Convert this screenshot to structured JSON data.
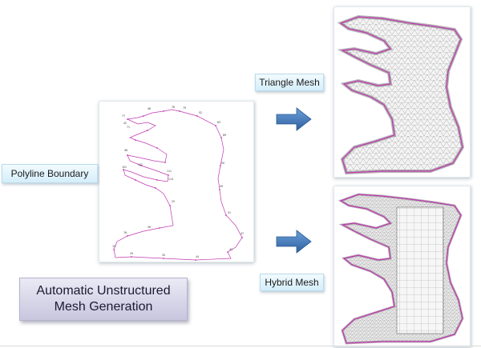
{
  "labels": {
    "polyline": "Polyline Boundary",
    "triangle": "Triangle Mesh",
    "hybrid": "Hybrid Mesh"
  },
  "title": {
    "line1": "Automatic Unstructured",
    "line2": "Mesh Generation"
  },
  "point_labels": [
    "77",
    "46",
    "78",
    "79",
    "42",
    "71",
    "52",
    "63",
    "89",
    "98",
    "101",
    "102",
    "111",
    "114",
    "50",
    "49",
    "51",
    "47",
    "43",
    "44",
    "30",
    "29",
    "15",
    "76",
    "26",
    "25"
  ],
  "icons": {
    "arrow": "right-arrow-icon"
  },
  "colors": {
    "boundary": "#c038b0",
    "mesh": "#8a8a8a",
    "arrow": "#3f78b8",
    "label_bg": "#d9f0fb",
    "title_bg": "#cfcee3"
  }
}
